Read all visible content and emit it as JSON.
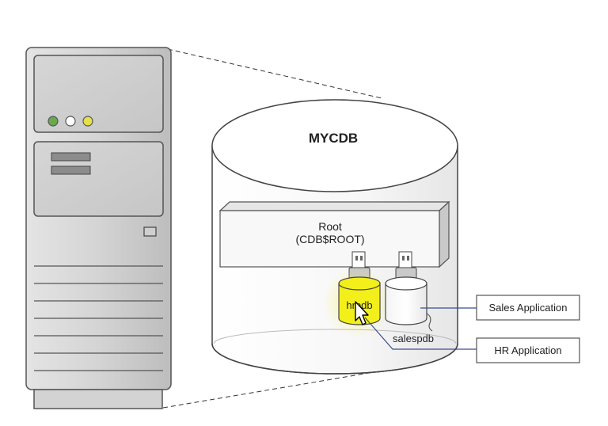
{
  "cdb": {
    "title": "MYCDB"
  },
  "root": {
    "line1": "Root",
    "line2": "(CDB$ROOT)"
  },
  "pdbs": [
    {
      "name": "hrpdb",
      "highlighted": true
    },
    {
      "name": "salespdb",
      "highlighted": false
    }
  ],
  "callouts": {
    "sales": "Sales Application",
    "hr": "HR Application"
  },
  "server": {
    "led_colors": [
      "#6aa84f",
      "#ffffff",
      "#e6e04a"
    ]
  },
  "colors": {
    "highlight": "#f2ef1a",
    "connector": "#3a4f8c",
    "outline": "#444444"
  }
}
